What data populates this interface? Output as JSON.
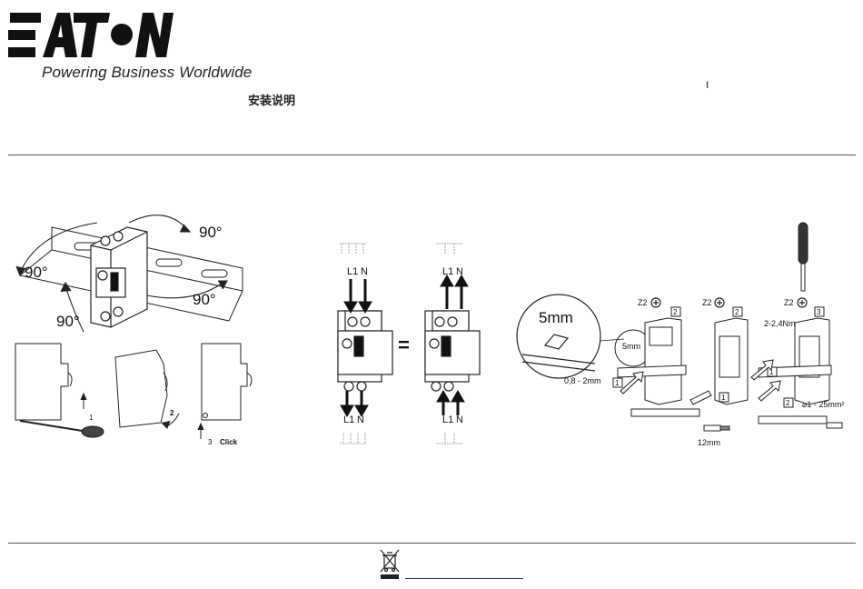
{
  "brand": {
    "logo_text": "EATON",
    "tagline": "Powering Business Worldwide",
    "color": "#111111"
  },
  "document": {
    "title": "安装说明",
    "stray_mark": "ι"
  },
  "figure_din_rail": {
    "angle_labels": [
      "90°",
      "90°",
      "90°",
      "90°"
    ],
    "step_labels": [
      "1",
      "2",
      "3"
    ],
    "click_label": "Click"
  },
  "figure_wiring": {
    "top_left_labels": [
      "L1",
      "N"
    ],
    "top_right_labels": [
      "L1",
      "N"
    ],
    "bottom_left_labels": [
      "L1",
      "N"
    ],
    "bottom_right_labels": [
      "L1",
      "N"
    ],
    "equals": "="
  },
  "figure_terminals": {
    "zoom_label": "5mm",
    "small_label": "5mm",
    "gap_label": "0,8 - 2mm",
    "screw_labels": [
      "Z2",
      "Z2",
      "Z2"
    ],
    "step_numbers": [
      "1",
      "2",
      "1",
      "3",
      "1",
      "2"
    ],
    "torque_label": "2-2,4Nm",
    "strip_label": "12mm",
    "cross_section_label": "⌀1 - 25mm²"
  },
  "footer": {
    "weee_icon": "crossed-bin-icon"
  }
}
